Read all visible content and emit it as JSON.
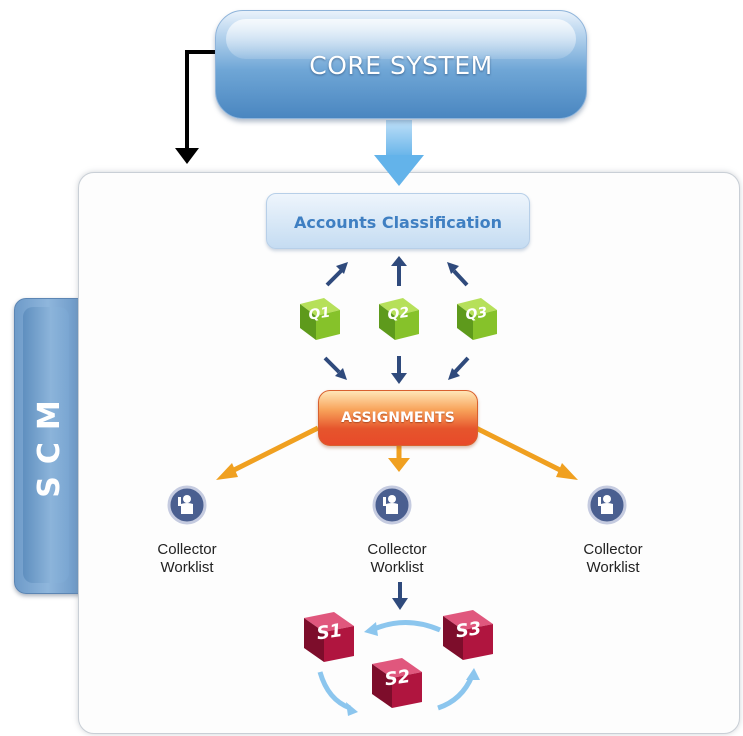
{
  "core_system": {
    "label": "CORE SYSTEM"
  },
  "scm": {
    "label": "SCM"
  },
  "accounts_classification": {
    "label": "Accounts Classification"
  },
  "queues": [
    {
      "label": "Q1",
      "color": "#7fb22e"
    },
    {
      "label": "Q2",
      "color": "#7fb22e"
    },
    {
      "label": "Q3",
      "color": "#7fb22e"
    }
  ],
  "assignments": {
    "label": "ASSIGNMENTS"
  },
  "collectors": [
    {
      "line1": "Collector",
      "line2": "Worklist",
      "icon": "person-icon"
    },
    {
      "line1": "Collector",
      "line2": "Worklist",
      "icon": "person-icon"
    },
    {
      "line1": "Collector",
      "line2": "Worklist",
      "icon": "person-icon"
    }
  ],
  "stages": [
    {
      "label": "S1",
      "color": "#b0153f"
    },
    {
      "label": "S2",
      "color": "#b0153f"
    },
    {
      "label": "S3",
      "color": "#b0153f"
    }
  ],
  "colors": {
    "blue_arrow": "#2f4a7c",
    "orange_arrow": "#f0a020",
    "light_arrow": "#8cc6ee",
    "black_arrow": "#000000"
  }
}
